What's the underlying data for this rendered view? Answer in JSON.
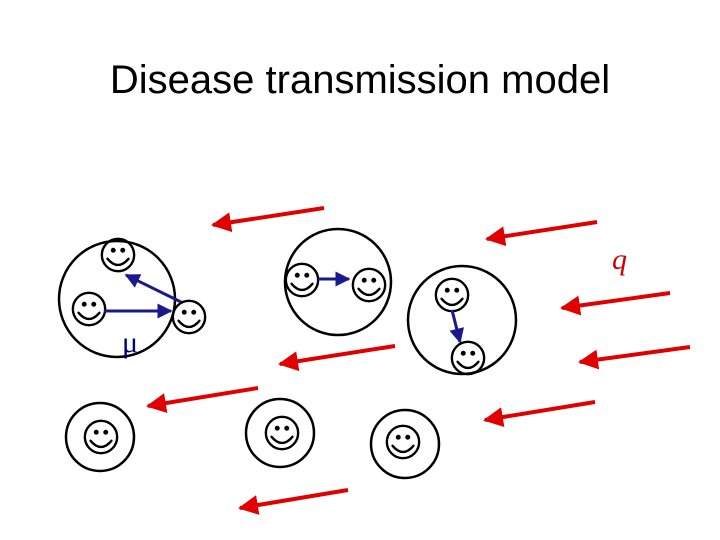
{
  "title": "Disease transmission model",
  "labels": {
    "mu": "μ",
    "q": "q"
  },
  "colors": {
    "infection_arrow": "#e00000",
    "transmission_arrow": "#1a1a8c",
    "outline": "#000000",
    "q_label": "#cc0000",
    "mu_label": "#00007a"
  },
  "icons": {
    "person": "smiley-face-icon"
  }
}
